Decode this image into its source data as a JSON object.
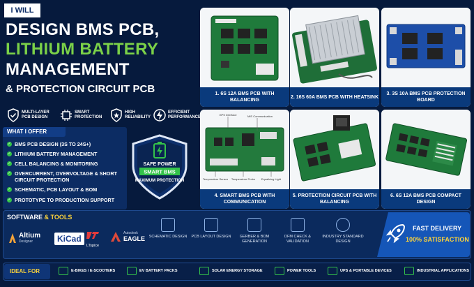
{
  "header": {
    "tag": "I WILL",
    "line1": "DESIGN BMS PCB,",
    "line2": "LITHIUM BATTERY",
    "line3": "MANAGEMENT",
    "line4": "& PROTECTION CIRCUIT PCB"
  },
  "features": [
    {
      "icon": "shield-check-icon",
      "label": "MULTI-LAYER PCB DESIGN"
    },
    {
      "icon": "chip-icon",
      "label": "SMART PROTECTION"
    },
    {
      "icon": "shield-star-icon",
      "label": "HIGH RELIABILITY"
    },
    {
      "icon": "lightning-icon",
      "label": "EFFICIENT PERFORMANCE"
    }
  ],
  "offer": {
    "title": "WHAT I OFFER",
    "items": [
      "BMS PCB DESIGN (3S TO 24S+)",
      "LITHIUM BATTERY MANAGEMENT",
      "CELL BALANCING & MONITORING",
      "OVERCURRENT, OVERVOLTAGE & SHORT CIRCUIT PROTECTION",
      "SCHEMATIC, PCB LAYOUT & BOM",
      "PROTOTYPE TO PRODUCTION SUPPORT"
    ]
  },
  "badge": {
    "line1": "SAFE POWER",
    "line2": "SMART BMS",
    "line3": "MAXIMUM PROTECTION"
  },
  "cards": [
    {
      "caption": "1. 6S 12A BMS PCB WITH BALANCING"
    },
    {
      "caption": "2. 16S 60A BMS PCB WITH HEATSINK"
    },
    {
      "caption": "3. 3S 10A BMS PCB PROTECTION BOARD"
    },
    {
      "caption": "4. SMART BMS PCB WITH COMMUNICATION"
    },
    {
      "caption": "5. PROTECTION CIRCUIT PCB WITH BALANCING"
    },
    {
      "caption": "6. 6S 12A BMS PCB COMPACT DESIGN"
    }
  ],
  "card4_labels": {
    "a": "GPS Interface",
    "b": "MIS Communication",
    "c": "Temperature Sensor",
    "d": "Temperature Probe",
    "e": "Equalizing Light"
  },
  "software": {
    "title_a": "SOFTWARE",
    "title_b": "& TOOLS",
    "logos": [
      "Altium",
      "Designer",
      "KiCad",
      "LTspice",
      "Autodesk",
      "EAGLE"
    ],
    "tools": [
      "SCHEMATIC DESIGN",
      "PCB LAYOUT DESIGN",
      "GERBER & BOM GENERATION",
      "DFM CHECK & VALIDATION",
      "INDUSTRY STANDARD DESIGN"
    ]
  },
  "delivery": {
    "line1": "FAST DELIVERY",
    "line2": "100% SATISFACTION"
  },
  "ideal": {
    "title": "IDEAL FOR",
    "apps": [
      "E-BIKES / E-SCOOTERS",
      "EV BATTERY PACKS",
      "SOLAR ENERGY STORAGE",
      "POWER TOOLS",
      "UPS & PORTABLE DEVICES",
      "INDUSTRIAL APPLICATIONS"
    ]
  },
  "colors": {
    "bg": "#061a3d",
    "accent": "#34c34a",
    "panel": "#0a3a7c",
    "yellow": "#fcd33b"
  }
}
